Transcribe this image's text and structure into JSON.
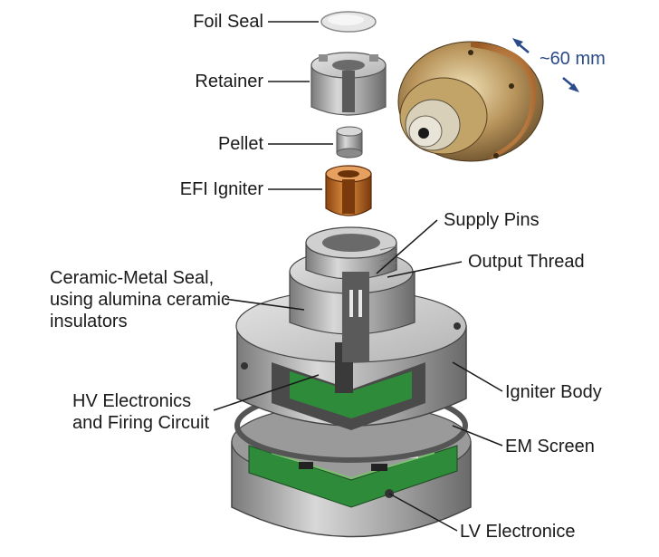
{
  "labels": {
    "foil_seal": "Foil Seal",
    "retainer": "Retainer",
    "pellet": "Pellet",
    "efi_igniter": "EFI Igniter",
    "supply_pins": "Supply Pins",
    "output_thread": "Output Thread",
    "ceramic_seal_line1": "Ceramic-Metal Seal,",
    "ceramic_seal_line2": "using alumina ceramic",
    "ceramic_seal_line3": "insulators",
    "hv_line1": "HV Electronics",
    "hv_line2": "and Firing Circuit",
    "igniter_body": "Igniter Body",
    "em_screen": "EM Screen",
    "lv_electronice": "LV Electronice",
    "dimension": "~60 mm"
  },
  "colors": {
    "label_text": "#1a1a1a",
    "dimension_text": "#2a4a8a",
    "copper": "#c8742a",
    "pcb_green": "#2e8b3a",
    "metal_gray": "#a8a8a8"
  }
}
